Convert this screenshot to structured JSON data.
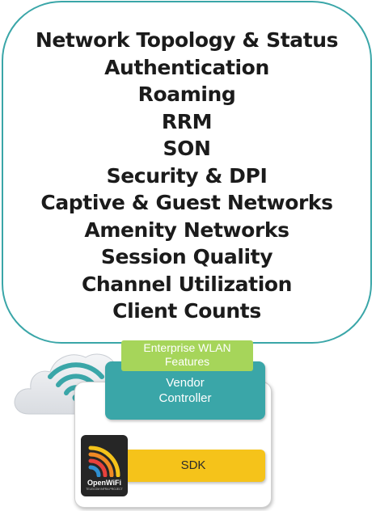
{
  "features": [
    "Network Topology & Status",
    "Authentication",
    "Roaming",
    "RRM",
    "SON",
    "Security & DPI",
    "Captive & Guest Networks",
    "Amenity Networks",
    "Session Quality",
    "Channel Utilization",
    "Client Counts"
  ],
  "wlan_tag": {
    "line1": "Enterprise WLAN",
    "line2": "Features"
  },
  "vendor_controller": {
    "line1": "Vendor",
    "line2": "Controller"
  },
  "sdk": {
    "label": "SDK"
  },
  "openwifi_logo": {
    "name": "OpenWiFi",
    "subtitle": "TELECOM INFRA PROJECT"
  },
  "colors": {
    "teal": "#3aa6a8",
    "green": "#a6d55a",
    "yellow": "#f5c31a",
    "logo_bg": "#262626",
    "wifi_arc_yellow": "#f5c31a",
    "wifi_arc_orange": "#f08a24",
    "wifi_arc_red": "#e8413c",
    "wifi_arc_blue": "#2f8fd1"
  },
  "icons": {
    "cloud": "cloud-icon",
    "wifi": "wifi-icon",
    "openwifi": "openwifi-logo-icon"
  }
}
